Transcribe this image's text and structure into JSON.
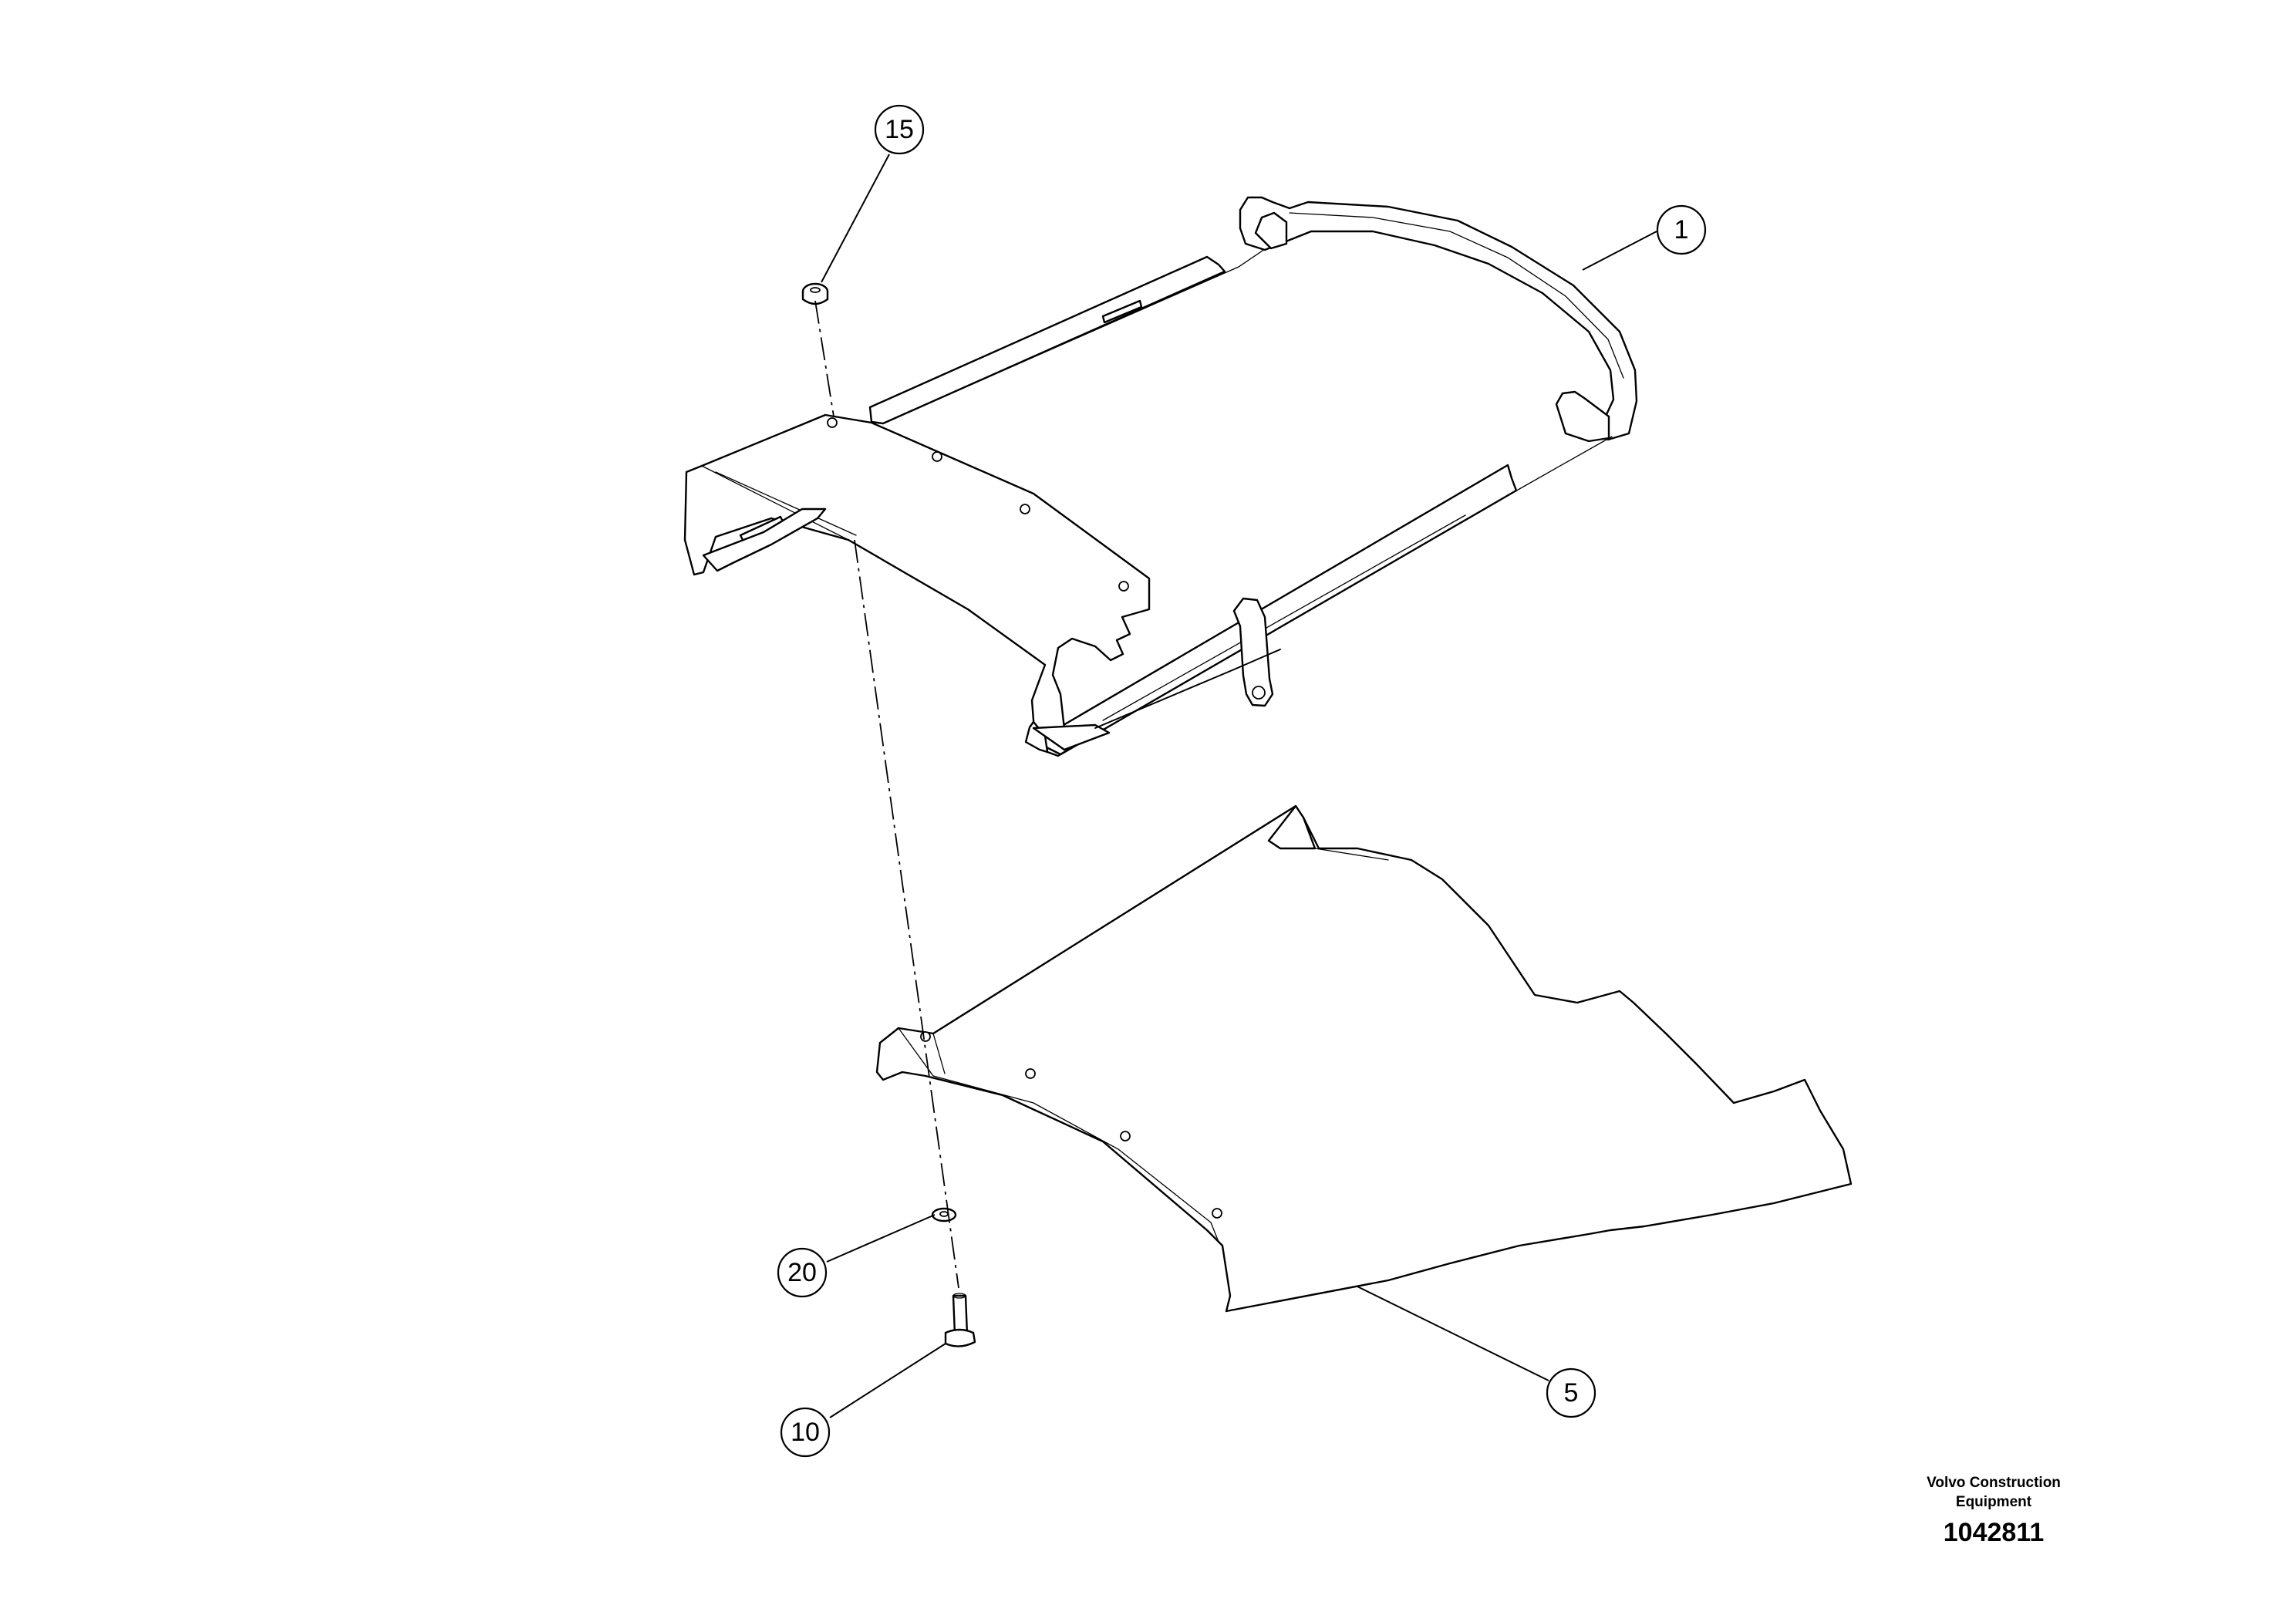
{
  "drawing": {
    "callouts": [
      {
        "id": "15",
        "label": "15"
      },
      {
        "id": "1",
        "label": "1"
      },
      {
        "id": "20",
        "label": "20"
      },
      {
        "id": "10",
        "label": "10"
      },
      {
        "id": "5",
        "label": "5"
      }
    ]
  },
  "footer": {
    "company": "Volvo Construction\nEquipment",
    "drawing_number": "1042811"
  },
  "colors": {
    "line": "#000000",
    "background": "#ffffff"
  }
}
